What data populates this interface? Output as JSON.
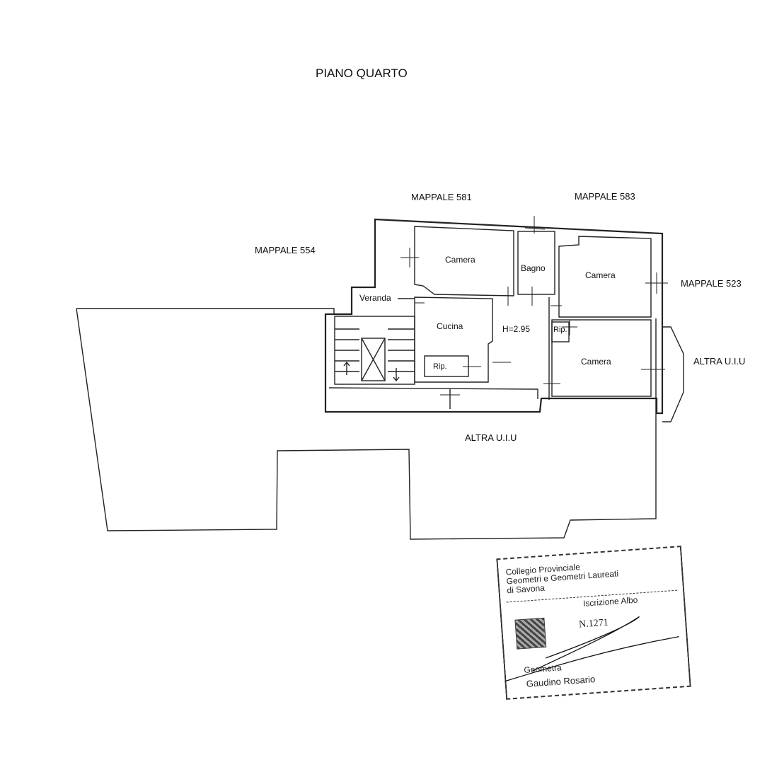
{
  "drawing": {
    "title": "PIANO QUARTO",
    "neighbors": {
      "mappale_581": "MAPPALE 581",
      "mappale_583": "MAPPALE 583",
      "mappale_554": "MAPPALE 554",
      "mappale_523": "MAPPALE 523",
      "altra_right": "ALTRA U.I.U",
      "altra_bottom": "ALTRA U.I.U"
    },
    "rooms": {
      "camera_1": "Camera",
      "bagno": "Bagno",
      "camera_2": "Camera",
      "camera_3": "Camera",
      "veranda": "Veranda",
      "cucina": "Cucina",
      "height": "H=2.95",
      "rip_1": "Rip.",
      "rip_2": "Rip."
    }
  },
  "stamp": {
    "line1": "Collegio Provinciale",
    "line2": "Geometri e Geometri Laureati",
    "line3": "di Savona",
    "registry": "Iscrizione Albo",
    "number": "N.1271",
    "role": "Geometra",
    "name": "Gaudino Rosario"
  }
}
